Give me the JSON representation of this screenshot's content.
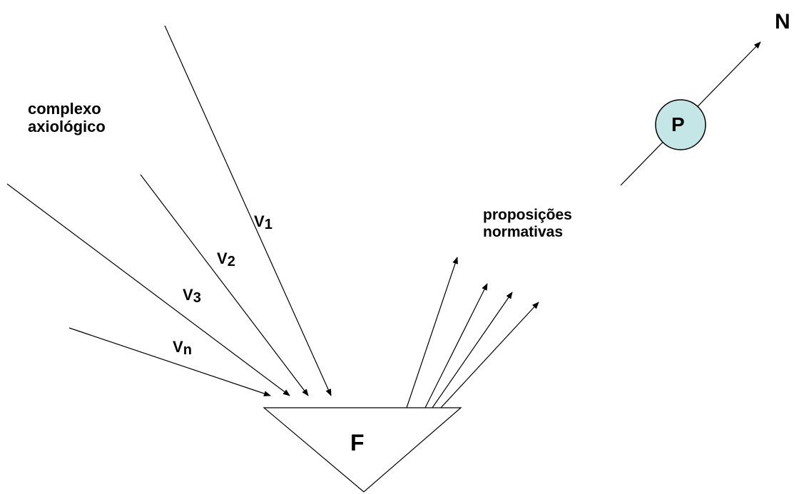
{
  "labels": {
    "complex": "complexo\naxiológico",
    "propositions": "proposições\nnormativas",
    "fact": "F",
    "person": "P",
    "norm": "N"
  },
  "values": [
    {
      "letter": "V",
      "sub": "1"
    },
    {
      "letter": "V",
      "sub": "2"
    },
    {
      "letter": "V",
      "sub": "3"
    },
    {
      "letter": "V",
      "sub": "n"
    }
  ],
  "colors": {
    "stroke": "#000000",
    "person_fill": "#c4e6e6",
    "background": "#ffffff"
  }
}
